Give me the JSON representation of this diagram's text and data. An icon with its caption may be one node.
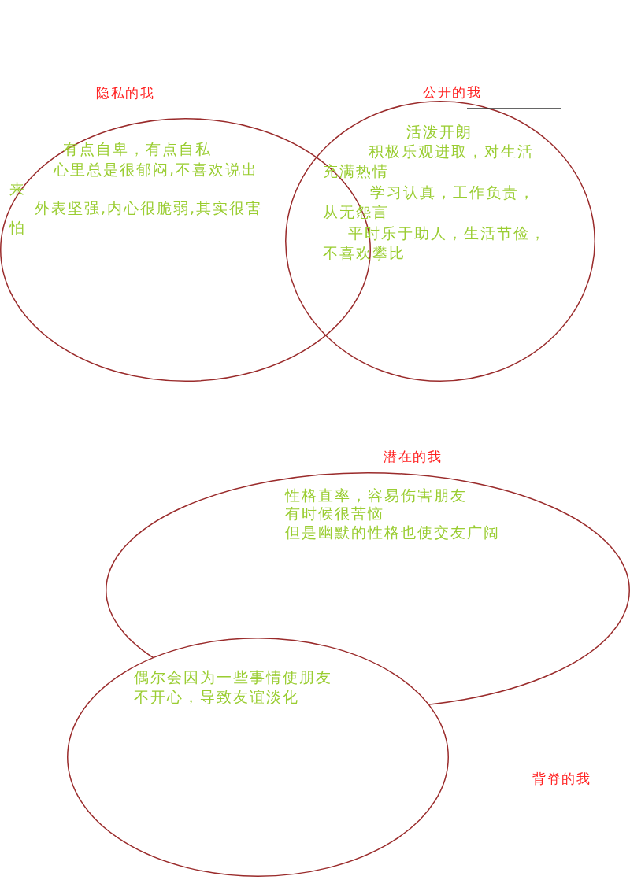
{
  "diagram": {
    "nodes": [
      {
        "text": [
          "隐私的我",
          "有点自卑，有点自私",
          "心里总是很郁闷,不喜欢说出来",
          "外表坚强,内心很脆弱,其实很害怕"
        ]
      },
      {
        "text": [
          "公开的我",
          "活泼开朗",
          "积极乐观进取，对生活充满热情",
          "学习认真，工作负责，从无怨言",
          "平时乐于助人，生活节俭，不喜欢攀比"
        ]
      },
      {
        "text": [
          "潜在的我",
          "性格直率，容易伤害朋友",
          "有时候很苦恼",
          "但是幽默的性格也使交友广阔"
        ]
      },
      {
        "text": [
          "偶尔会因为一些事情使朋友不开心，导致友谊淡化"
        ]
      }
    ],
    "labels": [
      "背脊的我"
    ]
  }
}
